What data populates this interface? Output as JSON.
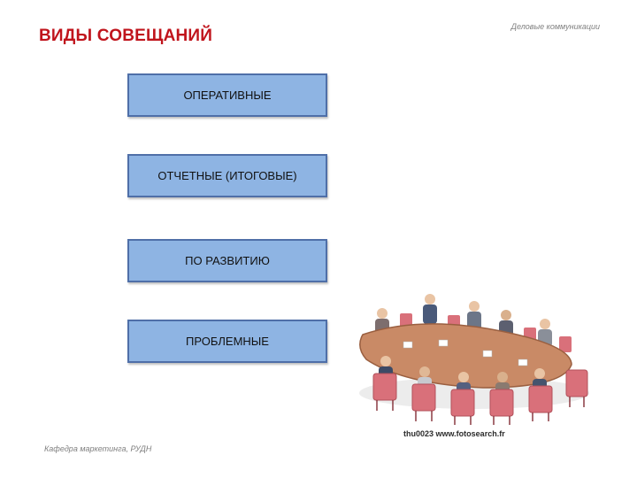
{
  "slide": {
    "title": "ВИДЫ СОВЕЩАНИЙ",
    "header_note": "Деловые коммуникации",
    "footer_note": "Кафедра маркетинга, РУДН",
    "meeting_types": [
      {
        "label": "ОПЕРАТИВНЫЕ"
      },
      {
        "label": "ОТЧЕТНЫЕ (ИТОГОВЫЕ)"
      },
      {
        "label": "ПО РАЗВИТИЮ"
      },
      {
        "label": "ПРОБЛЕМНЫЕ"
      }
    ],
    "illustration": {
      "watermark": "thu0023 www.fotosearch.fr"
    }
  },
  "colors": {
    "title": "#c0141c",
    "box_fill": "#8eb4e3",
    "box_border": "#4f6fa8",
    "table": "#c98a66",
    "chairs": "#d9707a"
  }
}
